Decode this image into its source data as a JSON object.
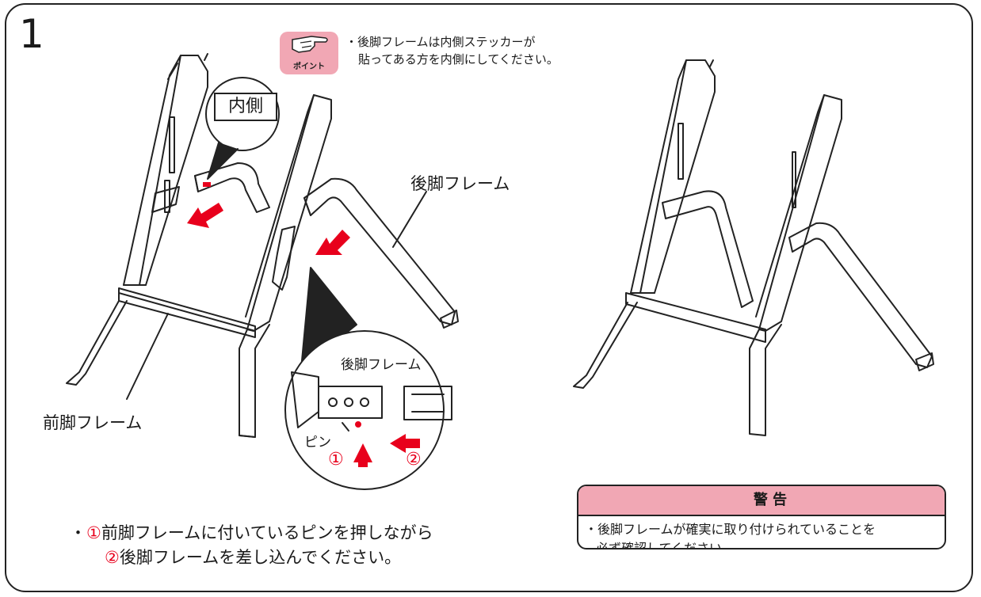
{
  "step_number": "1",
  "point": {
    "badge_label": "ポイント",
    "line1": "・後脚フレームは内側ステッカーが",
    "line2": "貼ってある方を内側にしてください。"
  },
  "labels": {
    "inside": "内側",
    "rear_frame": "後脚フレーム",
    "rear_frame_detail": "後脚フレーム",
    "front_frame": "前脚フレーム",
    "pin": "ピン",
    "num1": "①",
    "num2": "②"
  },
  "instruction": {
    "bullet": "・",
    "num1": "①",
    "line1_rest": "前脚フレームに付いているピンを押しながら",
    "num2": "②",
    "line2_rest": "後脚フレームを差し込んでください。"
  },
  "warning": {
    "icon": "warning-triangle-icon",
    "title": "警 告",
    "line1": "・後脚フレームが確実に取り付けられていることを",
    "line2": "必ず確認してください。"
  },
  "colors": {
    "accent_pink": "#f1a7b4",
    "arrow_red": "#e8001c"
  }
}
